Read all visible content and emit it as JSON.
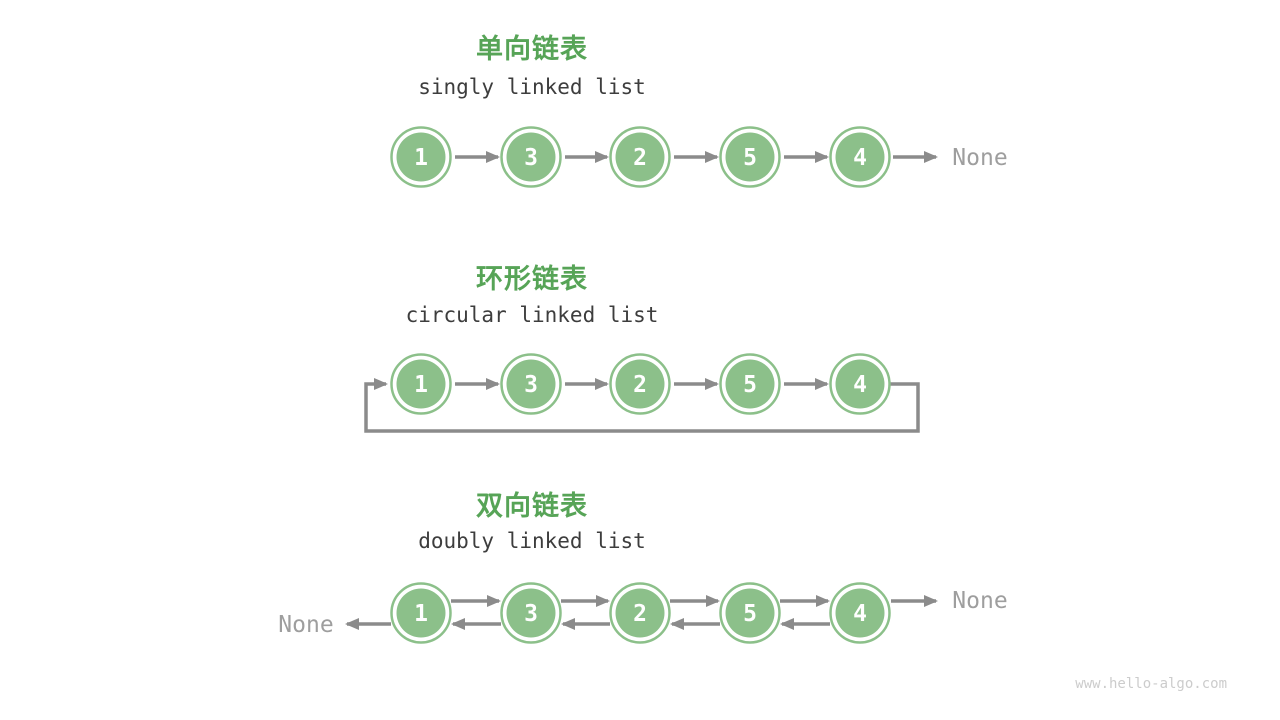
{
  "colors": {
    "background": "#ffffff",
    "title_green": "#57a457",
    "node_green": "#8cc08a",
    "node_text": "#ffffff",
    "arrow_gray": "#8b8b8b",
    "none_gray": "#9e9e9e",
    "subtitle_gray": "#3d3d3d",
    "watermark_gray": "#cccccc"
  },
  "sections": [
    {
      "type": "singly",
      "title_zh": "单向链表",
      "title_en": "singly linked list",
      "values": [
        "1",
        "3",
        "2",
        "5",
        "4"
      ],
      "tail_label": "None"
    },
    {
      "type": "circular",
      "title_zh": "环形链表",
      "title_en": "circular linked list",
      "values": [
        "1",
        "3",
        "2",
        "5",
        "4"
      ]
    },
    {
      "type": "doubly",
      "title_zh": "双向链表",
      "title_en": "doubly linked list",
      "values": [
        "1",
        "3",
        "2",
        "5",
        "4"
      ],
      "head_label": "None",
      "tail_label": "None"
    }
  ],
  "watermark": "www.hello-algo.com"
}
